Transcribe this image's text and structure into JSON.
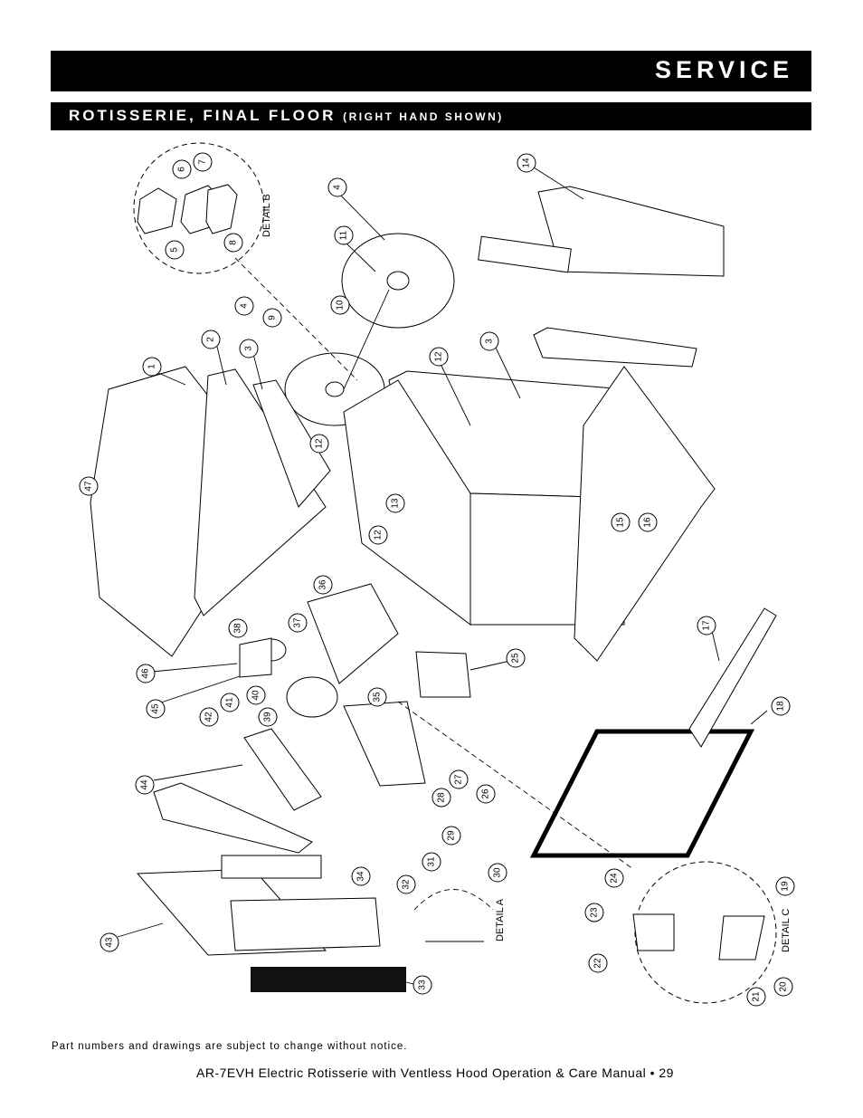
{
  "header": {
    "section_title": "SERVICE",
    "subtitle_main": "ROTISSERIE, FINAL FLOOR",
    "subtitle_note": "(RIGHT HAND SHOWN)"
  },
  "diagram": {
    "detail_labels": [
      "DETAIL B",
      "DETAIL A",
      "DETAIL C"
    ],
    "callouts": [
      "1",
      "2",
      "3",
      "3",
      "4",
      "4",
      "5",
      "6",
      "7",
      "8",
      "9",
      "10",
      "11",
      "12",
      "12",
      "12",
      "13",
      "14",
      "15",
      "16",
      "17",
      "18",
      "19",
      "20",
      "21",
      "22",
      "23",
      "24",
      "25",
      "26",
      "27",
      "28",
      "29",
      "30",
      "31",
      "32",
      "33",
      "34",
      "35",
      "36",
      "37",
      "38",
      "39",
      "40",
      "41",
      "42",
      "43",
      "44",
      "45",
      "46",
      "47"
    ]
  },
  "notice": "Part numbers and drawings are subject to change without notice.",
  "footer": "AR-7EVH Electric Rotisserie with Ventless Hood Operation & Care Manual • 29"
}
